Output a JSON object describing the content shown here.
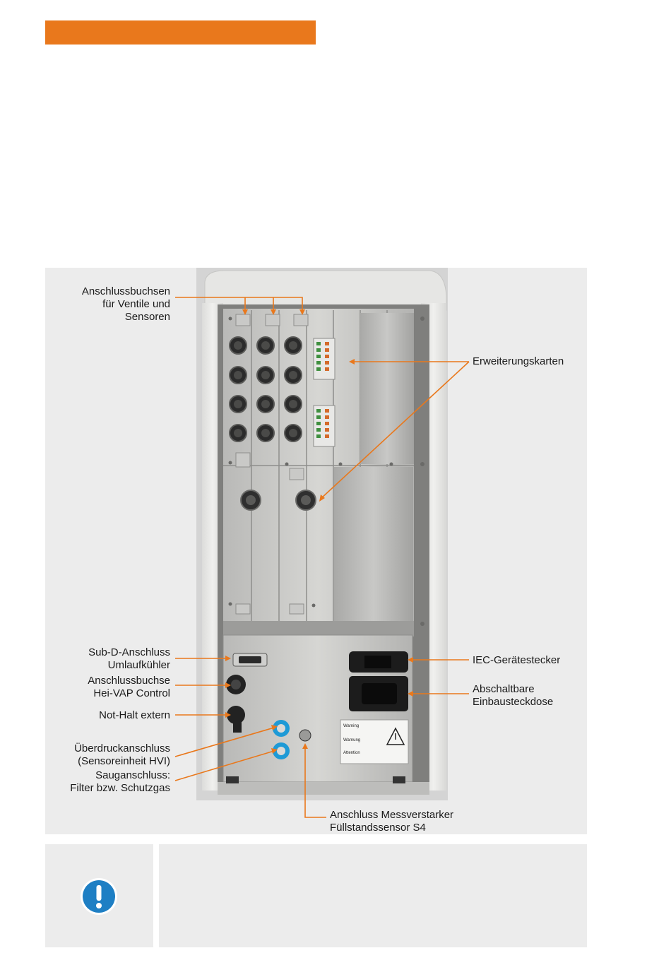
{
  "colors": {
    "accent": "#e9781c",
    "panel": "#ececec",
    "info_icon": "#1e7fc4"
  },
  "figure": {
    "labels": {
      "valve_sockets": "Anschlussbuchsen\nfür Ventile und\nSensoren",
      "expansion_cards": "Erweiterungskarten",
      "subd": "Sub-D-Anschluss\nUmlaufkühler",
      "heivap_socket": "Anschlussbuchse\nHei-VAP Control",
      "emergency_stop": "Not-Halt extern",
      "overpressure": "Überdruckanschluss\n(Sensoreinheit HVI)",
      "suction": "Sauganschluss:\nFilter bzw. Schutzgas",
      "iec_plug": "IEC-Gerätestecker",
      "switchable_socket": "Abschaltbare\nEinbausteckdose",
      "amplifier": "Anschluss Messverstarker\nFüllstandssensor S4"
    },
    "warning_sticker": {
      "warning_title": "Warning",
      "warnung_title": "Warnung",
      "attention_title": "Attention"
    }
  },
  "note": {
    "icon": "exclamation-info-icon"
  }
}
